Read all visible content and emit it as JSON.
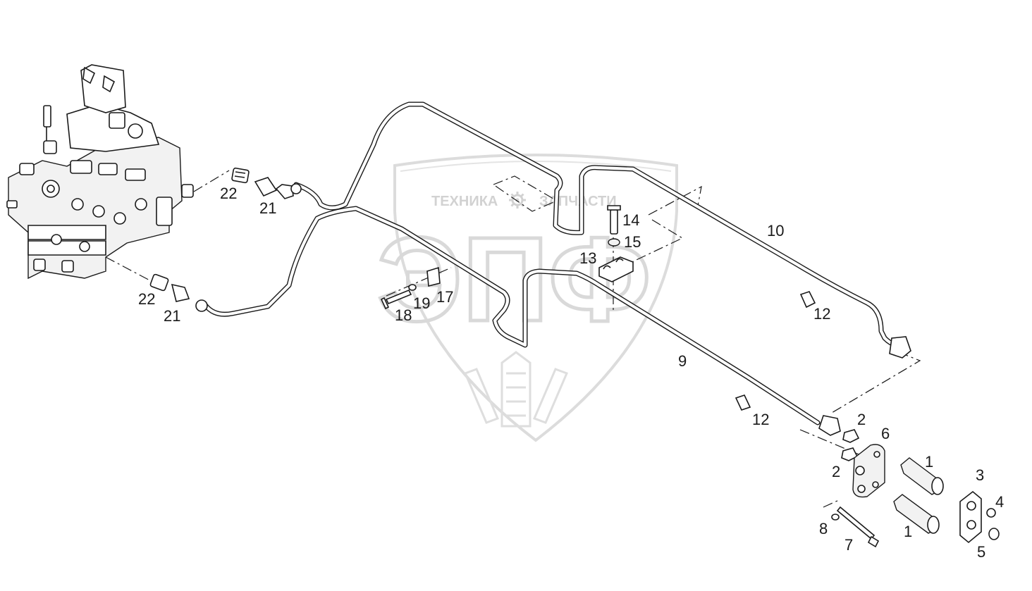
{
  "watermark": {
    "left_text": "ТЕХНИКА",
    "right_text": "ЗАПЧАСТИ",
    "big_letters": "ЭПФ",
    "gear_icon": "gear-icon",
    "color": "#d2d2d2"
  },
  "callouts": {
    "c1a": "1",
    "c1b": "1",
    "c2a": "2",
    "c2b": "2",
    "c3": "3",
    "c4": "4",
    "c5": "5",
    "c6": "6",
    "c7": "7",
    "c8": "8",
    "c9": "9",
    "c10": "10",
    "c12a": "12",
    "c12b": "12",
    "c13": "13",
    "c14": "14",
    "c15": "15",
    "c17": "17",
    "c18": "18",
    "c19": "19",
    "c21a": "21",
    "c21b": "21",
    "c22a": "22",
    "c22b": "22"
  },
  "colors": {
    "line": "#1a1a1a",
    "watermark": "#d2d2d2"
  }
}
